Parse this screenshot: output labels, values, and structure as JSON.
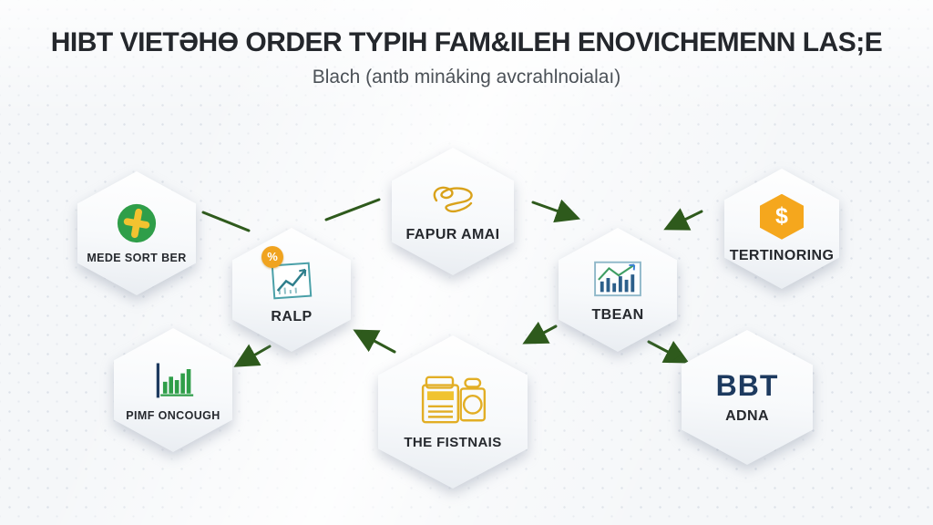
{
  "header": {
    "title": "HIBT VIETƏHƟ ORDER TYPIH FAM&ILEH ENOVICHEMENN LAS;E",
    "subtitle": "Blach (antb mináking avcrahlnoialaı)"
  },
  "nodes": [
    {
      "id": "mede-sort-ber",
      "label": "MEDE SORT BER",
      "icon": "plus-circle-icon"
    },
    {
      "id": "ralp",
      "label": "RALP",
      "icon": "line-chart-icon",
      "badge_glyph": "%"
    },
    {
      "id": "fapur-amai",
      "label": "FAPUR AMAI",
      "icon": "gold-scribble-icon"
    },
    {
      "id": "tbean",
      "label": "TBEAN",
      "icon": "bar-trend-chart-icon"
    },
    {
      "id": "tertinoring",
      "label": "TERTINORING",
      "icon": "dollar-hexagon-icon",
      "currency_glyph": "$"
    },
    {
      "id": "pimf-oncough",
      "label": "PIMF ONCOUGH",
      "icon": "growth-bars-icon"
    },
    {
      "id": "the-fistnais",
      "label": "THE FISTNAIS",
      "icon": "gold-machine-icon"
    },
    {
      "id": "bbt-adna",
      "logo": "BBT",
      "label": "ADNA",
      "icon": "bbt-logo"
    }
  ],
  "connections": [
    {
      "from": "mede-sort-ber",
      "to": "ralp",
      "arrowhead": false
    },
    {
      "from": "ralp",
      "to": "fapur-amai",
      "arrowhead": false
    },
    {
      "from": "fapur-amai",
      "to": "tbean",
      "arrowhead": true
    },
    {
      "from": "tertinoring",
      "to": "tbean",
      "arrowhead": true
    },
    {
      "from": "ralp",
      "to": "pimf-oncough",
      "arrowhead": true
    },
    {
      "from": "the-fistnais",
      "to": "ralp",
      "arrowhead": true
    },
    {
      "from": "tbean",
      "to": "the-fistnais",
      "arrowhead": true
    },
    {
      "from": "tbean",
      "to": "bbt-adna",
      "arrowhead": true
    }
  ],
  "colors": {
    "arrow": "#2e5a1c",
    "background": "#f5f7f9",
    "accent_green": "#2f9e49",
    "accent_yellow": "#f2c330",
    "accent_orange": "#f5a71d",
    "navy": "#1d3a5f",
    "teal": "#4aa0a8"
  }
}
